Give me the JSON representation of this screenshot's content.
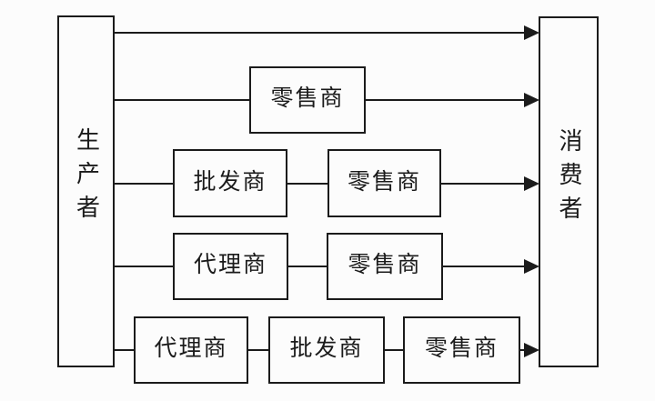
{
  "diagram": {
    "nodes": {
      "producer": {
        "label": "生产者"
      },
      "consumer": {
        "label": "消费者"
      }
    },
    "channels": [
      {
        "level": "1",
        "boxes": []
      },
      {
        "level": "2",
        "boxes": [
          {
            "label": "零售商"
          }
        ]
      },
      {
        "level": "3",
        "boxes": [
          {
            "label": "批发商"
          },
          {
            "label": "零售商"
          }
        ]
      },
      {
        "level": "4",
        "boxes": [
          {
            "label": "代理商"
          },
          {
            "label": "零售商"
          }
        ]
      },
      {
        "level": "5",
        "boxes": [
          {
            "label": "代理商"
          },
          {
            "label": "批发商"
          },
          {
            "label": "零售商"
          }
        ]
      }
    ],
    "colors": {
      "line": "#1b1b1b",
      "background": "#fcfcfc"
    }
  }
}
